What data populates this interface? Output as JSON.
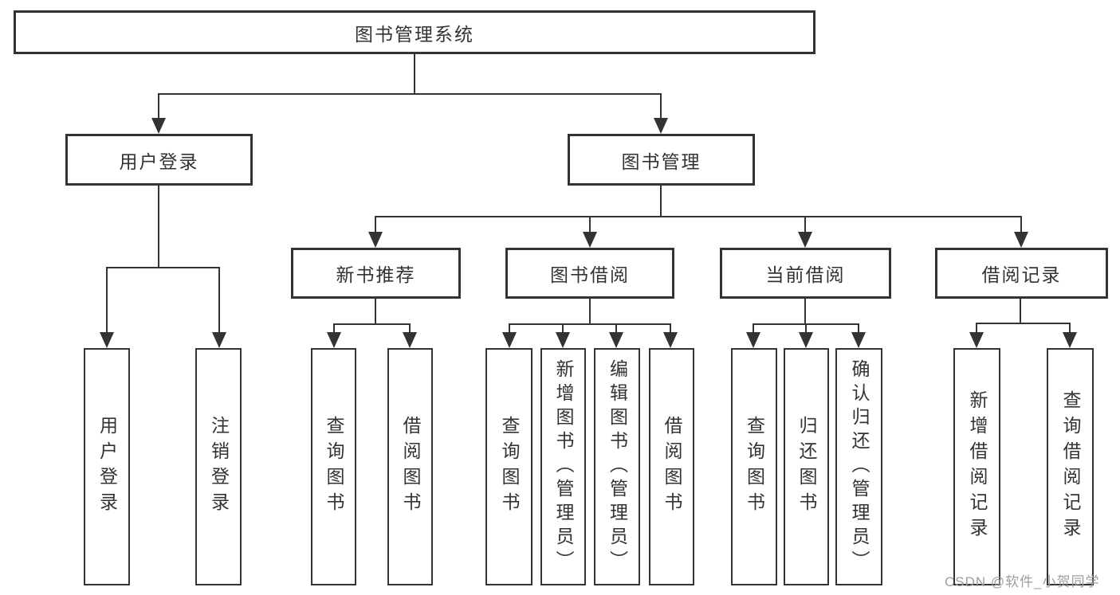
{
  "diagram_title": "图书管理系统",
  "colors": {
    "line": "#333333",
    "text": "#333333",
    "watermark": "#9e9e9e",
    "background": "#ffffff"
  },
  "nodes": {
    "root": "图书管理系统",
    "user_login": "用户登录",
    "book_management": "图书管理",
    "new_book_recommend": "新书推荐",
    "book_borrow": "图书借阅",
    "current_borrow": "当前借阅",
    "borrow_record": "借阅记录",
    "leaves": {
      "a1": "用户登录",
      "a2": "注销登录",
      "b1": "查询图书",
      "b2": "借阅图书",
      "c1": "查询图书",
      "c2": "新增图书（管理员）",
      "c3": "编辑图书（管理员）",
      "c4": "借阅图书",
      "d1": "查询图书",
      "d2": "归还图书",
      "d3": "确认归还（管理员）",
      "e1": "新增借阅记录",
      "e2": "查询借阅记录"
    }
  },
  "watermark": "CSDN @软件_小贺同学"
}
